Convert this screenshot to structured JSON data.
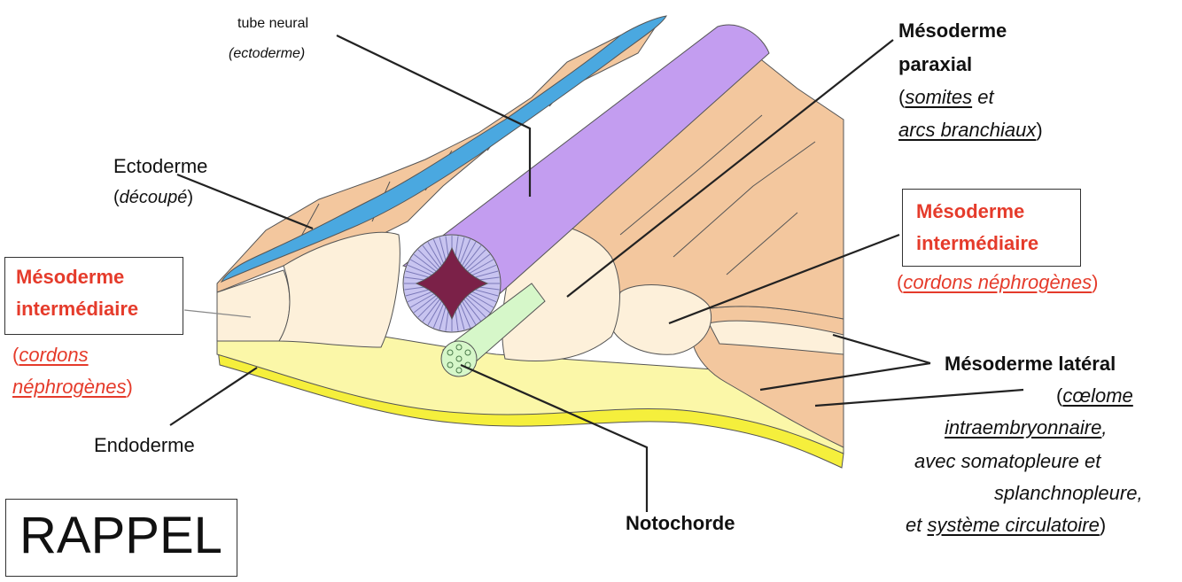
{
  "labels": {
    "tube_neural": "tube neural",
    "tube_neural_sub": "(ectoderme)",
    "ectoderme": "Ectoderme",
    "ectoderme_open": "(",
    "ectoderme_sub": "découpé",
    "ectoderme_close": ")",
    "meso_inter_left_1": "Mésoderme",
    "meso_inter_left_2": "intermédiaire",
    "cordons_left_open": "(",
    "cordons_left_1": "cordons",
    "cordons_left_2": "néphrogènes",
    "cordons_left_close": ")",
    "endoderme": "Endoderme",
    "notochorde": "Notochorde",
    "rappel": "RAPPEL",
    "meso_paraxial_1": "Mésoderme",
    "meso_paraxial_2": "paraxial",
    "somites_open": "(",
    "somites": "somites",
    "somites_et": " et",
    "arcs": "arcs branchiaux",
    "arcs_close": ")",
    "meso_inter_right_1": "Mésoderme",
    "meso_inter_right_2": "intermédiaire",
    "cordons_right_open": "(",
    "cordons_right": "cordons néphrogènes",
    "cordons_right_close": ")",
    "meso_lateral": "Mésoderme latéral",
    "coelome_open": "(",
    "coelome": "cœlome",
    "intraembryonnaire": "intraembryonnaire",
    "intra_comma": ",",
    "somato": "avec somatopleure et",
    "splanchno": "splanchnopleure,",
    "et_prefix": "et ",
    "systeme": "système circulatoire",
    "systeme_close": ")"
  },
  "colors": {
    "ectoderm": "#4aa8e0",
    "mesoderm_dark": "#f3c79e",
    "mesoderm_light": "#fdf0da",
    "neural_tube": "#c39df0",
    "neural_lumen": "#7b2148",
    "notochord": "#d6f7c9",
    "endoderm_light": "#fbf7a8",
    "endoderm_dark": "#f5ef3c",
    "highlight_red": "#e53b2b"
  }
}
